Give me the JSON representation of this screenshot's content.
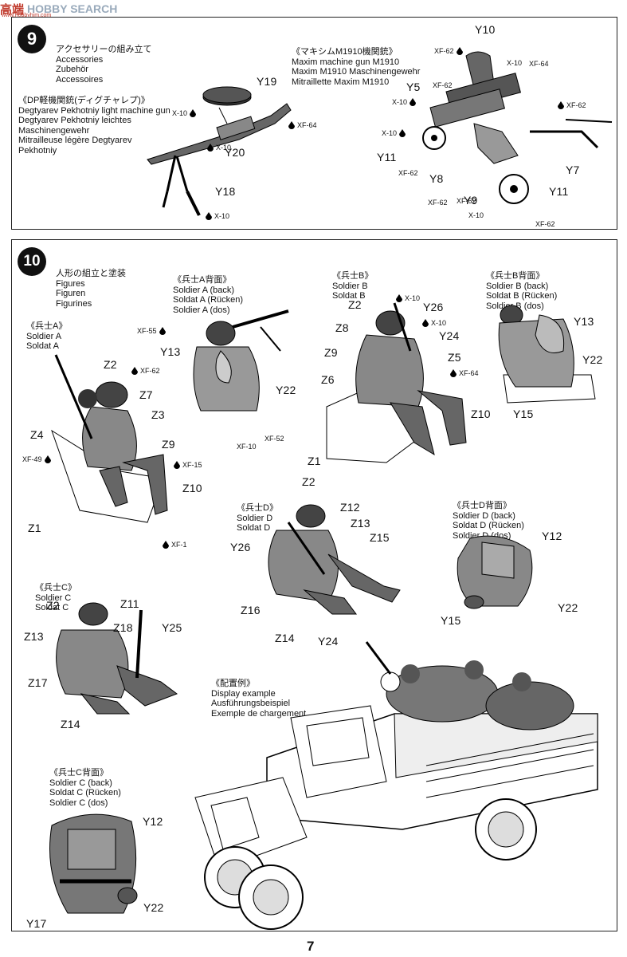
{
  "watermark": {
    "logo_text": "高端",
    "site": "HOBBY SEARCH",
    "url": "www.hobbyhim.com"
  },
  "page_number": "7",
  "step9": {
    "number": "9",
    "title_jp": "アクセサリーの組み立て",
    "title_en": "Accessories",
    "title_de": "Zubehör",
    "title_fr": "Accessoires",
    "dp": {
      "jp": "《DP軽機関銃(ディグチャレプ)》",
      "en": "Degtyarev Pekhotniy light machine gun",
      "de": "Degtyarev Pekhotniy leichtes",
      "de2": "Maschinengewehr",
      "fr": "Mitrailleuse légère Degtyarev",
      "fr2": "Pekhotniy"
    },
    "maxim": {
      "jp": "《マキシムM1910機関銃》",
      "en": "Maxim machine gun M1910",
      "de": "Maxim M1910 Maschinengewehr",
      "fr": "Mitraillette Maxim M1910"
    },
    "parts": [
      "Y19",
      "Y20",
      "Y18",
      "Y10",
      "Y5",
      "Y11",
      "Y8",
      "Y9",
      "Y11",
      "Y7"
    ],
    "paints": [
      "X-10",
      "X-10",
      "XF-64",
      "X-10",
      "XF-62",
      "X-10",
      "XF-64",
      "XF-62",
      "X-10",
      "XF-62",
      "X-10",
      "XF-62",
      "XF-62",
      "XF-62",
      "X-10",
      "XF-62"
    ]
  },
  "step10": {
    "number": "10",
    "title_jp": "人形の組立と塗装",
    "title_en": "Figures",
    "title_de": "Figuren",
    "title_fr": "Figurines",
    "soldierA": {
      "jp": "《兵士A》",
      "en": "Soldier A",
      "de": "Soldat A"
    },
    "soldierA_back": {
      "jp": "《兵士A背面》",
      "en": "Soldier A (back)",
      "de": "Soldat A (Rücken)",
      "fr": "Soldier A (dos)"
    },
    "soldierB": {
      "jp": "《兵士B》",
      "en": "Soldier B",
      "de": "Soldat B"
    },
    "soldierB_back": {
      "jp": "《兵士B背面》",
      "en": "Soldier B (back)",
      "de": "Soldat B (Rücken)",
      "fr": "Soldier B (dos)"
    },
    "soldierC": {
      "jp": "《兵士C》",
      "en": "Soldier C",
      "de": "Soldat C"
    },
    "soldierC_back": {
      "jp": "《兵士C背面》",
      "en": "Soldier C (back)",
      "de": "Soldat C (Rücken)",
      "fr": "Soldier C (dos)"
    },
    "soldierD": {
      "jp": "《兵士D》",
      "en": "Soldier D",
      "de": "Soldat D"
    },
    "soldierD_back": {
      "jp": "《兵士D背面》",
      "en": "Soldier D (back)",
      "de": "Soldat D (Rücken)",
      "fr": "Soldier D (dos)"
    },
    "display": {
      "jp": "《配置例》",
      "en": "Display example",
      "de": "Ausführungsbeispiel",
      "fr": "Exemple de chargement"
    },
    "partsA": [
      "Z2",
      "Z7",
      "Z3",
      "Z4",
      "Z9",
      "Z10",
      "Z1"
    ],
    "paintsA": [
      "XF-62",
      "XF-49",
      "XF-15",
      "XF-1"
    ],
    "partsAback": [
      "Y13",
      "Y22"
    ],
    "paintsAback": [
      "XF-55",
      "XF-10",
      "XF-52"
    ],
    "partsB": [
      "Z2",
      "Y26",
      "Z8",
      "Y24",
      "Z9",
      "Z5",
      "Z6",
      "Z10",
      "Z1"
    ],
    "paintsB": [
      "X-10",
      "X-10",
      "XF-64"
    ],
    "partsBback": [
      "Y13",
      "Y22",
      "Y15"
    ],
    "partsD": [
      "Z2",
      "Z12",
      "Z13",
      "Z15",
      "Y26",
      "Z16",
      "Z14",
      "Y24"
    ],
    "partsDback": [
      "Y12",
      "Y22",
      "Y15"
    ],
    "partsC": [
      "Z2",
      "Z11",
      "Z18",
      "Y25",
      "Z13",
      "Z17",
      "Z14"
    ],
    "partsCback": [
      "Y12",
      "Y22",
      "Y17"
    ]
  }
}
